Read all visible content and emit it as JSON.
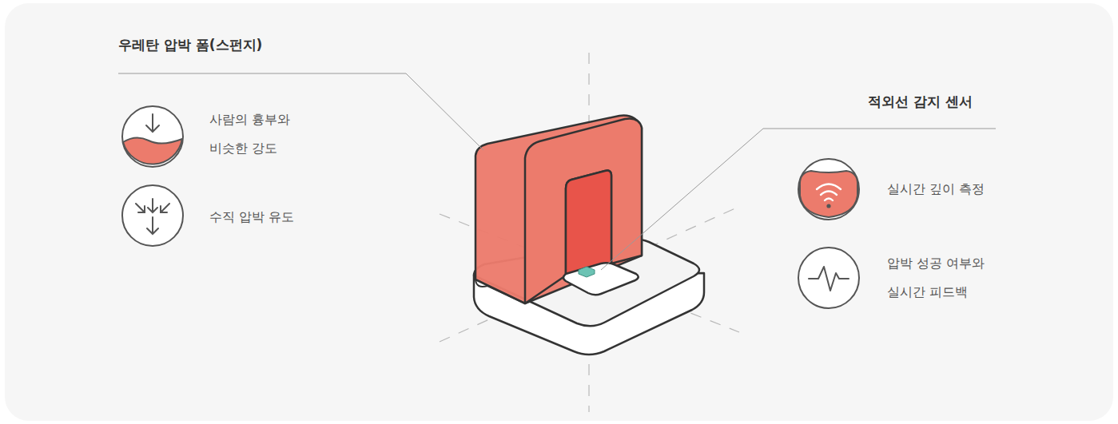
{
  "diagram": {
    "labels": [
      "우레탄 압박 폼(스펀지)",
      "사람의 흉부와 비슷한 강도",
      "수직 압박 유도",
      "적외선 감지 센서",
      "실시간 깊이 측정",
      "압박 성공 여부와 실시간 피드백"
    ]
  }
}
